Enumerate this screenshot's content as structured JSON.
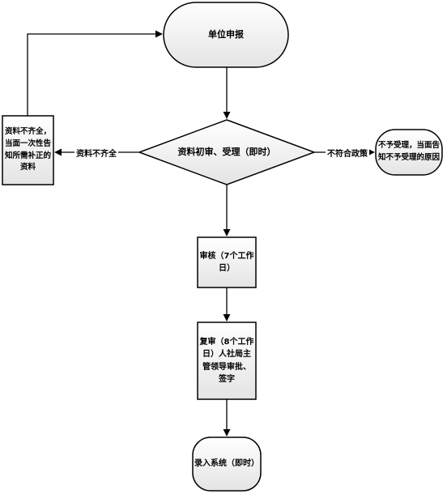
{
  "diagram": {
    "nodes": {
      "start": "单位申报",
      "review": "资料初审、受理（即时）",
      "reject": "不予受理，当面告\n知不予受理的原因",
      "supplement": "资料不齐全，\n当面一次性告\n知所需补正的\n资料",
      "audit": "审核（7个工作\n日）",
      "recheck": "复审（8个工作\n日）人社局主\n管领导审批、\n签字",
      "entry": "录入系统（即时）"
    },
    "edge_labels": {
      "incomplete": "资料不齐全",
      "not_compliant": "不符合政策"
    }
  }
}
